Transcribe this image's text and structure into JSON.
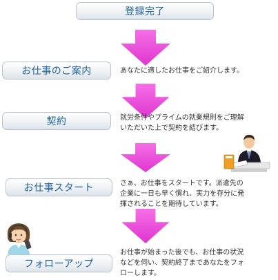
{
  "steps": [
    {
      "label": "登録完了",
      "description": ""
    },
    {
      "label": "お仕事のご案内",
      "description": "あなたに適したお仕事をご紹介します。"
    },
    {
      "label": "契約",
      "description": "就労条件やプライムの就業規則をご理解\nいただいた上で契約を結びます。"
    },
    {
      "label": "お仕事スタート",
      "description": "さぁ、お仕事をスタートです。派遣先の\n企業に一日も早く慣れ、実力を存分に発\n揮されることを期待しています。"
    },
    {
      "label": "フォローアップ",
      "description": "お仕事が始まった後でも、お仕事の状況\nなどを伺い、契約終了まであなたをフォ\nローします。"
    }
  ],
  "icons": {
    "businessman": "businessman-at-desk-icon",
    "operator": "headset-operator-icon"
  },
  "colors": {
    "arrow": "#e73fd8",
    "label_text": "#1f5f9e",
    "box_border": "#b9c3cc"
  }
}
